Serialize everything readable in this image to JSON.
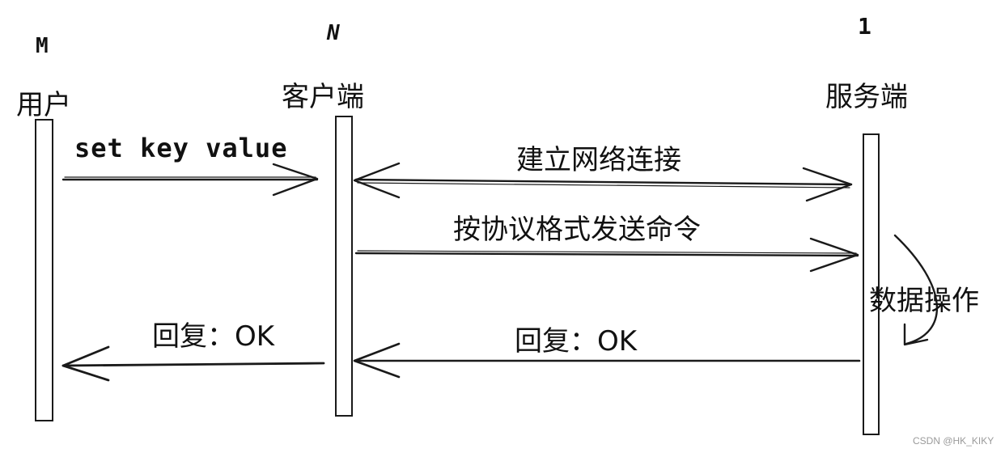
{
  "actors": {
    "user": {
      "multiplicity": "M",
      "label": "用户"
    },
    "client": {
      "multiplicity": "N",
      "label": "客户端"
    },
    "server": {
      "multiplicity": "1",
      "label": "服务端"
    }
  },
  "messages": {
    "set_command": "set key value",
    "establish_connection": "建立网络连接",
    "send_command": "按协议格式发送命令",
    "server_reply": "回复：OK",
    "client_reply": "回复：OK"
  },
  "self_action": "数据操作",
  "watermark": "CSDN @HK_KIKY"
}
